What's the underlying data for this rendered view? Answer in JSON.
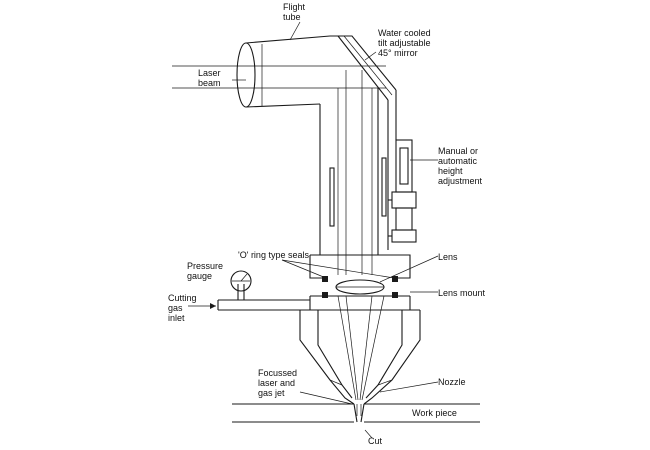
{
  "labels": {
    "flight_tube": "Flight\ntube",
    "mirror": "Water cooled\ntilt adjustable\n45° mirror",
    "laser_beam": "Laser\nbeam",
    "height_adjustment": "Manual or\nautomatic\nheight\nadjustment",
    "seals": "'O' ring type seals",
    "pressure_gauge": "Pressure\ngauge",
    "lens": "Lens",
    "lens_mount": "Lens mount",
    "gas_inlet": "Cutting\ngas\ninlet",
    "nozzle": "Nozzle",
    "focussed_jet": "Focussed\nlaser and\ngas jet",
    "work_piece": "Work piece",
    "cut": "Cut"
  }
}
